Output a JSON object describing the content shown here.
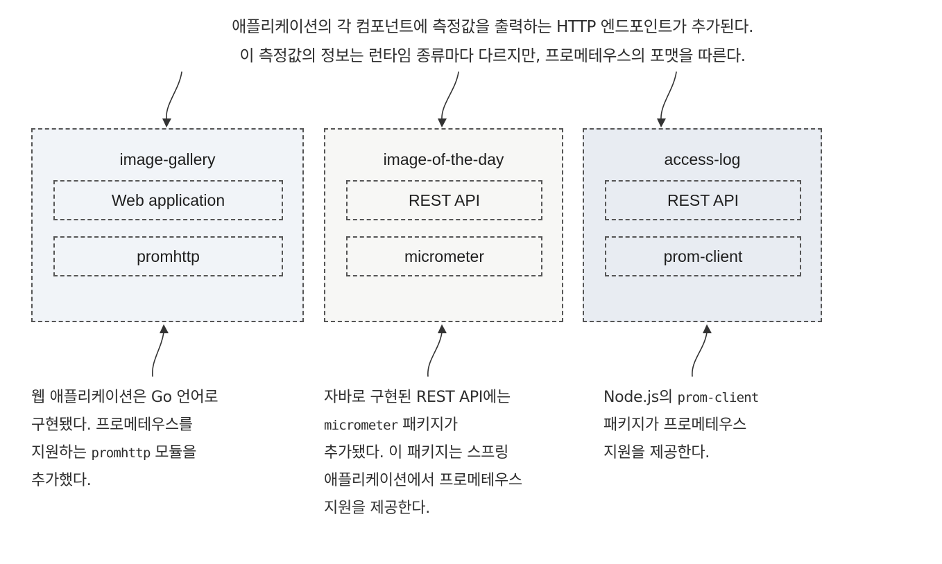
{
  "caption": {
    "line1": "애플리케이션의 각 컴포넌트에 측정값을 출력하는 HTTP 엔드포인트가 추가된다.",
    "line2": "이 측정값의 정보는 런타임 종류마다 다르지만, 프로메테우스의 포맷을 따른다."
  },
  "components": [
    {
      "title": "image-gallery",
      "modules": [
        "Web application",
        "promhttp"
      ],
      "fill": "#f1f4f8"
    },
    {
      "title": "image-of-the-day",
      "modules": [
        "REST API",
        "micrometer"
      ],
      "fill": "#f7f7f5"
    },
    {
      "title": "access-log",
      "modules": [
        "REST API",
        "prom-client"
      ],
      "fill": "#e8ecf2"
    }
  ],
  "notes": {
    "gallery": {
      "line1": "웹 애플리케이션은 Go 언어로",
      "line2": "구현됐다. 프로메테우스를",
      "line3_pre": "지원하는 ",
      "line3_code": "promhttp",
      "line3_post": " 모듈을",
      "line4": "추가했다."
    },
    "day": {
      "line1": "자바로 구현된 REST API에는",
      "line2_code": "micrometer",
      "line2_post": " 패키지가",
      "line3": "추가됐다. 이 패키지는 스프링",
      "line4": "애플리케이션에서 프로메테우스",
      "line5": "지원을 제공한다."
    },
    "access": {
      "line1_pre": "Node.js의 ",
      "line1_code": "prom-client",
      "line2": "패키지가 프로메테우스",
      "line3": "지원을 제공한다."
    }
  },
  "colors": {
    "border": "#555555",
    "text": "#2e2e2e",
    "arrow": "#333333"
  }
}
